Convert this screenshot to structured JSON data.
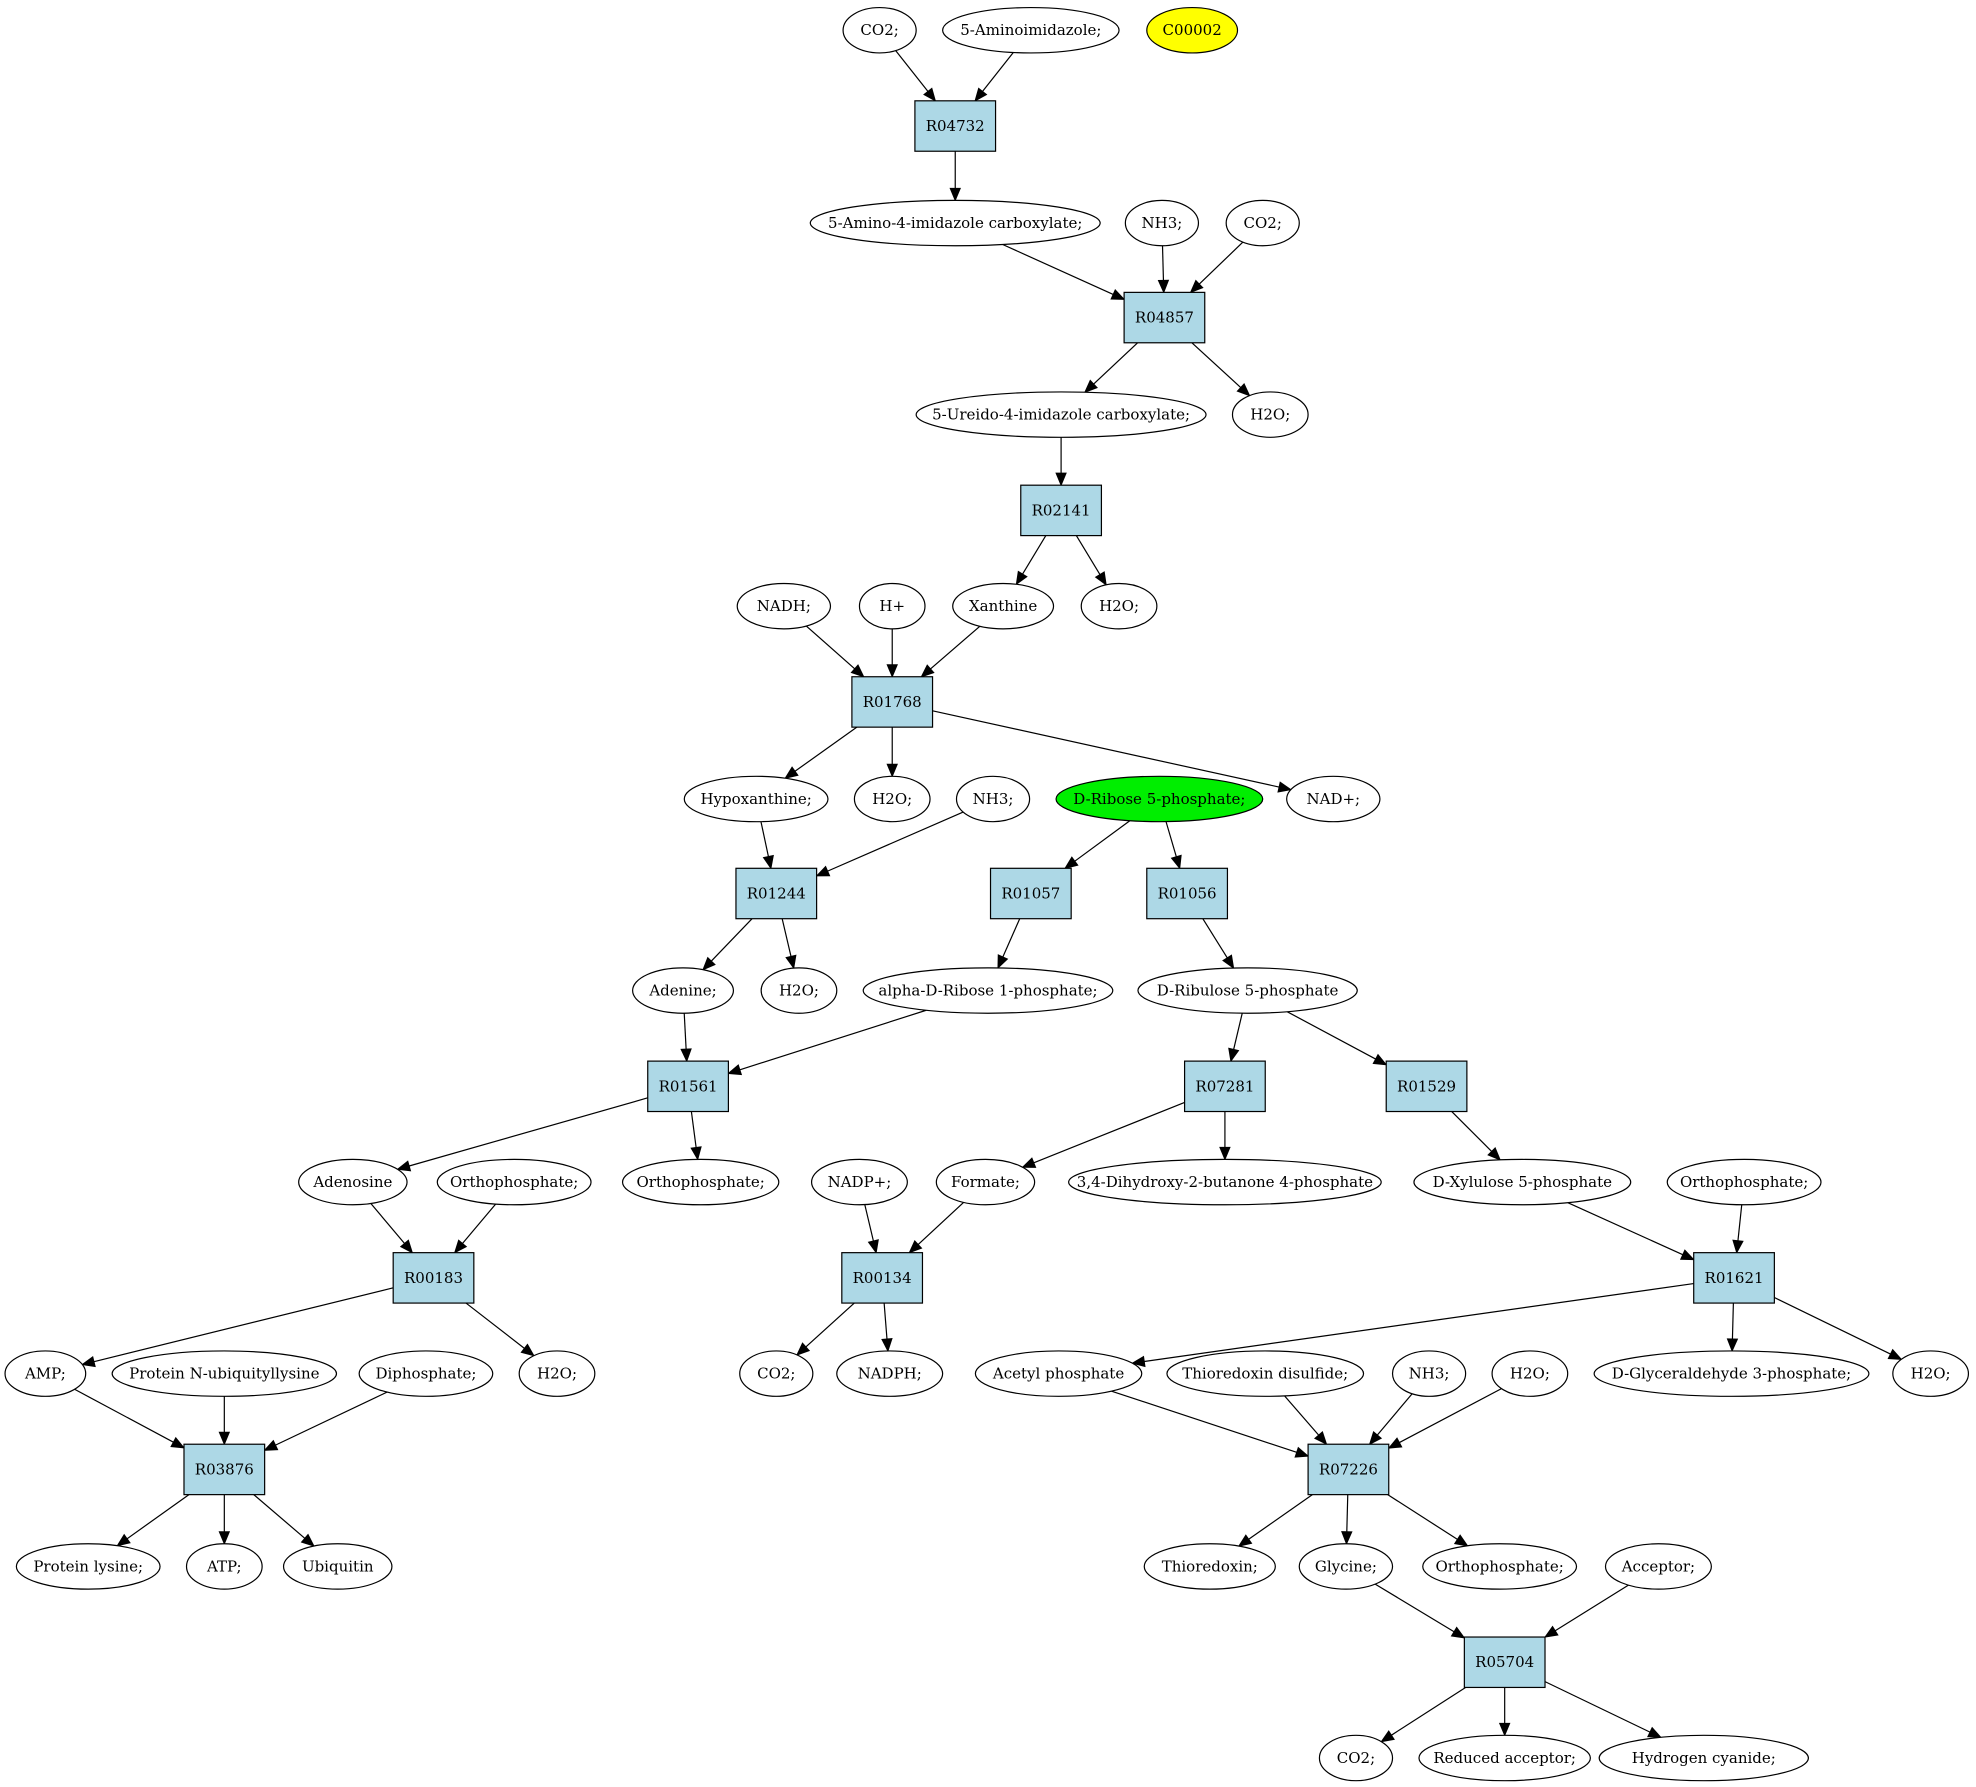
{
  "colors": {
    "reaction_fill": "#add8e6",
    "compound_fill": "#ffffff",
    "highlight_query": "#ffff00",
    "highlight_target": "#00ee00"
  },
  "nodes": [
    {
      "id": "c_co2_a",
      "kind": "compound",
      "label": "CO2;"
    },
    {
      "id": "c_aminoimidazole",
      "kind": "compound",
      "label": "5-Aminoimidazole;"
    },
    {
      "id": "c_c00002",
      "kind": "compound",
      "label": "C00002",
      "fill": "#ffff00"
    },
    {
      "id": "r_R04732",
      "kind": "reaction",
      "label": "R04732"
    },
    {
      "id": "c_amino_carboxylate",
      "kind": "compound",
      "label": "5-Amino-4-imidazole carboxylate;"
    },
    {
      "id": "c_nh3_a",
      "kind": "compound",
      "label": "NH3;"
    },
    {
      "id": "c_co2_b",
      "kind": "compound",
      "label": "CO2;"
    },
    {
      "id": "r_R04857",
      "kind": "reaction",
      "label": "R04857"
    },
    {
      "id": "c_ureido_carboxylate",
      "kind": "compound",
      "label": "5-Ureido-4-imidazole carboxylate;"
    },
    {
      "id": "c_h2o_a",
      "kind": "compound",
      "label": "H2O;"
    },
    {
      "id": "r_R02141",
      "kind": "reaction",
      "label": "R02141"
    },
    {
      "id": "c_nadh",
      "kind": "compound",
      "label": "NADH;"
    },
    {
      "id": "c_hplus",
      "kind": "compound",
      "label": "H+"
    },
    {
      "id": "c_xanthine",
      "kind": "compound",
      "label": "Xanthine"
    },
    {
      "id": "c_h2o_b",
      "kind": "compound",
      "label": "H2O;"
    },
    {
      "id": "r_R01768",
      "kind": "reaction",
      "label": "R01768"
    },
    {
      "id": "c_hypoxanthine",
      "kind": "compound",
      "label": "Hypoxanthine;"
    },
    {
      "id": "c_h2o_c",
      "kind": "compound",
      "label": "H2O;"
    },
    {
      "id": "c_nh3_b",
      "kind": "compound",
      "label": "NH3;"
    },
    {
      "id": "c_ribose5p",
      "kind": "compound",
      "label": "D-Ribose 5-phosphate;",
      "fill": "#00ee00"
    },
    {
      "id": "c_nadplus",
      "kind": "compound",
      "label": "NAD+;"
    },
    {
      "id": "r_R01244",
      "kind": "reaction",
      "label": "R01244"
    },
    {
      "id": "r_R01057",
      "kind": "reaction",
      "label": "R01057"
    },
    {
      "id": "r_R01056",
      "kind": "reaction",
      "label": "R01056"
    },
    {
      "id": "c_adenine",
      "kind": "compound",
      "label": "Adenine;"
    },
    {
      "id": "c_h2o_d",
      "kind": "compound",
      "label": "H2O;"
    },
    {
      "id": "c_ribose1p",
      "kind": "compound",
      "label": "alpha-D-Ribose 1-phosphate;"
    },
    {
      "id": "c_ribulose5p",
      "kind": "compound",
      "label": "D-Ribulose 5-phosphate"
    },
    {
      "id": "r_R01561",
      "kind": "reaction",
      "label": "R01561"
    },
    {
      "id": "r_R07281",
      "kind": "reaction",
      "label": "R07281"
    },
    {
      "id": "r_R01529",
      "kind": "reaction",
      "label": "R01529"
    },
    {
      "id": "c_adenosine",
      "kind": "compound",
      "label": "Adenosine"
    },
    {
      "id": "c_ortho_a",
      "kind": "compound",
      "label": "Orthophosphate;"
    },
    {
      "id": "c_ortho_b",
      "kind": "compound",
      "label": "Orthophosphate;"
    },
    {
      "id": "c_nadpplus",
      "kind": "compound",
      "label": "NADP+;"
    },
    {
      "id": "c_formate",
      "kind": "compound",
      "label": "Formate;"
    },
    {
      "id": "c_dihydroxybutanone",
      "kind": "compound",
      "label": "3,4-Dihydroxy-2-butanone 4-phosphate"
    },
    {
      "id": "c_xylulose5p",
      "kind": "compound",
      "label": "D-Xylulose 5-phosphate"
    },
    {
      "id": "c_ortho_c",
      "kind": "compound",
      "label": "Orthophosphate;"
    },
    {
      "id": "r_R00183",
      "kind": "reaction",
      "label": "R00183"
    },
    {
      "id": "r_R00134",
      "kind": "reaction",
      "label": "R00134"
    },
    {
      "id": "r_R01621",
      "kind": "reaction",
      "label": "R01621"
    },
    {
      "id": "c_amp",
      "kind": "compound",
      "label": "AMP;"
    },
    {
      "id": "c_protein_ub",
      "kind": "compound",
      "label": "Protein N-ubiquityllysine"
    },
    {
      "id": "c_diphosphate",
      "kind": "compound",
      "label": "Diphosphate;"
    },
    {
      "id": "c_h2o_e",
      "kind": "compound",
      "label": "H2O;"
    },
    {
      "id": "c_co2_c",
      "kind": "compound",
      "label": "CO2;"
    },
    {
      "id": "c_nadph",
      "kind": "compound",
      "label": "NADPH;"
    },
    {
      "id": "c_acetylp",
      "kind": "compound",
      "label": "Acetyl phosphate"
    },
    {
      "id": "c_trx_disulfide",
      "kind": "compound",
      "label": "Thioredoxin disulfide;"
    },
    {
      "id": "c_nh3_c",
      "kind": "compound",
      "label": "NH3;"
    },
    {
      "id": "c_h2o_f",
      "kind": "compound",
      "label": "H2O;"
    },
    {
      "id": "c_g3p",
      "kind": "compound",
      "label": "D-Glyceraldehyde 3-phosphate;"
    },
    {
      "id": "c_h2o_g",
      "kind": "compound",
      "label": "H2O;"
    },
    {
      "id": "r_R03876",
      "kind": "reaction",
      "label": "R03876"
    },
    {
      "id": "r_R07226",
      "kind": "reaction",
      "label": "R07226"
    },
    {
      "id": "c_protein_lysine",
      "kind": "compound",
      "label": "Protein lysine;"
    },
    {
      "id": "c_atp",
      "kind": "compound",
      "label": "ATP;"
    },
    {
      "id": "c_ubiquitin",
      "kind": "compound",
      "label": "Ubiquitin"
    },
    {
      "id": "c_thioredoxin",
      "kind": "compound",
      "label": "Thioredoxin;"
    },
    {
      "id": "c_glycine",
      "kind": "compound",
      "label": "Glycine;"
    },
    {
      "id": "c_ortho_d",
      "kind": "compound",
      "label": "Orthophosphate;"
    },
    {
      "id": "c_acceptor",
      "kind": "compound",
      "label": "Acceptor;"
    },
    {
      "id": "r_R05704",
      "kind": "reaction",
      "label": "R05704"
    },
    {
      "id": "c_co2_d",
      "kind": "compound",
      "label": "CO2;"
    },
    {
      "id": "c_reduced_acceptor",
      "kind": "compound",
      "label": "Reduced acceptor;"
    },
    {
      "id": "c_hcn",
      "kind": "compound",
      "label": "Hydrogen cyanide;"
    }
  ],
  "edges": [
    [
      "c_co2_a",
      "r_R04732"
    ],
    [
      "c_aminoimidazole",
      "r_R04732"
    ],
    [
      "r_R04732",
      "c_amino_carboxylate"
    ],
    [
      "c_amino_carboxylate",
      "r_R04857"
    ],
    [
      "c_nh3_a",
      "r_R04857"
    ],
    [
      "c_co2_b",
      "r_R04857"
    ],
    [
      "r_R04857",
      "c_ureido_carboxylate"
    ],
    [
      "r_R04857",
      "c_h2o_a"
    ],
    [
      "c_ureido_carboxylate",
      "r_R02141"
    ],
    [
      "r_R02141",
      "c_xanthine"
    ],
    [
      "r_R02141",
      "c_h2o_b"
    ],
    [
      "c_nadh",
      "r_R01768"
    ],
    [
      "c_hplus",
      "r_R01768"
    ],
    [
      "c_xanthine",
      "r_R01768"
    ],
    [
      "r_R01768",
      "c_hypoxanthine"
    ],
    [
      "r_R01768",
      "c_h2o_c"
    ],
    [
      "r_R01768",
      "c_nadplus"
    ],
    [
      "c_hypoxanthine",
      "r_R01244"
    ],
    [
      "c_nh3_b",
      "r_R01244"
    ],
    [
      "r_R01244",
      "c_adenine"
    ],
    [
      "r_R01244",
      "c_h2o_d"
    ],
    [
      "c_ribose5p",
      "r_R01057"
    ],
    [
      "c_ribose5p",
      "r_R01056"
    ],
    [
      "r_R01057",
      "c_ribose1p"
    ],
    [
      "r_R01056",
      "c_ribulose5p"
    ],
    [
      "c_adenine",
      "r_R01561"
    ],
    [
      "c_ribose1p",
      "r_R01561"
    ],
    [
      "r_R01561",
      "c_adenosine"
    ],
    [
      "r_R01561",
      "c_ortho_b"
    ],
    [
      "c_ribulose5p",
      "r_R07281"
    ],
    [
      "c_ribulose5p",
      "r_R01529"
    ],
    [
      "r_R07281",
      "c_formate"
    ],
    [
      "r_R07281",
      "c_dihydroxybutanone"
    ],
    [
      "r_R01529",
      "c_xylulose5p"
    ],
    [
      "c_adenosine",
      "r_R00183"
    ],
    [
      "c_ortho_a",
      "r_R00183"
    ],
    [
      "c_nadpplus",
      "r_R00134"
    ],
    [
      "c_formate",
      "r_R00134"
    ],
    [
      "c_xylulose5p",
      "r_R01621"
    ],
    [
      "c_ortho_c",
      "r_R01621"
    ],
    [
      "r_R00183",
      "c_amp"
    ],
    [
      "r_R00183",
      "c_h2o_e"
    ],
    [
      "r_R00134",
      "c_co2_c"
    ],
    [
      "r_R00134",
      "c_nadph"
    ],
    [
      "r_R01621",
      "c_acetylp"
    ],
    [
      "r_R01621",
      "c_g3p"
    ],
    [
      "r_R01621",
      "c_h2o_g"
    ],
    [
      "c_amp",
      "r_R03876"
    ],
    [
      "c_protein_ub",
      "r_R03876"
    ],
    [
      "c_diphosphate",
      "r_R03876"
    ],
    [
      "r_R03876",
      "c_protein_lysine"
    ],
    [
      "r_R03876",
      "c_atp"
    ],
    [
      "r_R03876",
      "c_ubiquitin"
    ],
    [
      "c_acetylp",
      "r_R07226"
    ],
    [
      "c_trx_disulfide",
      "r_R07226"
    ],
    [
      "c_nh3_c",
      "r_R07226"
    ],
    [
      "c_h2o_f",
      "r_R07226"
    ],
    [
      "r_R07226",
      "c_thioredoxin"
    ],
    [
      "r_R07226",
      "c_glycine"
    ],
    [
      "r_R07226",
      "c_ortho_d"
    ],
    [
      "c_glycine",
      "r_R05704"
    ],
    [
      "c_acceptor",
      "r_R05704"
    ],
    [
      "r_R05704",
      "c_co2_d"
    ],
    [
      "r_R05704",
      "c_reduced_acceptor"
    ],
    [
      "r_R05704",
      "c_hcn"
    ]
  ]
}
